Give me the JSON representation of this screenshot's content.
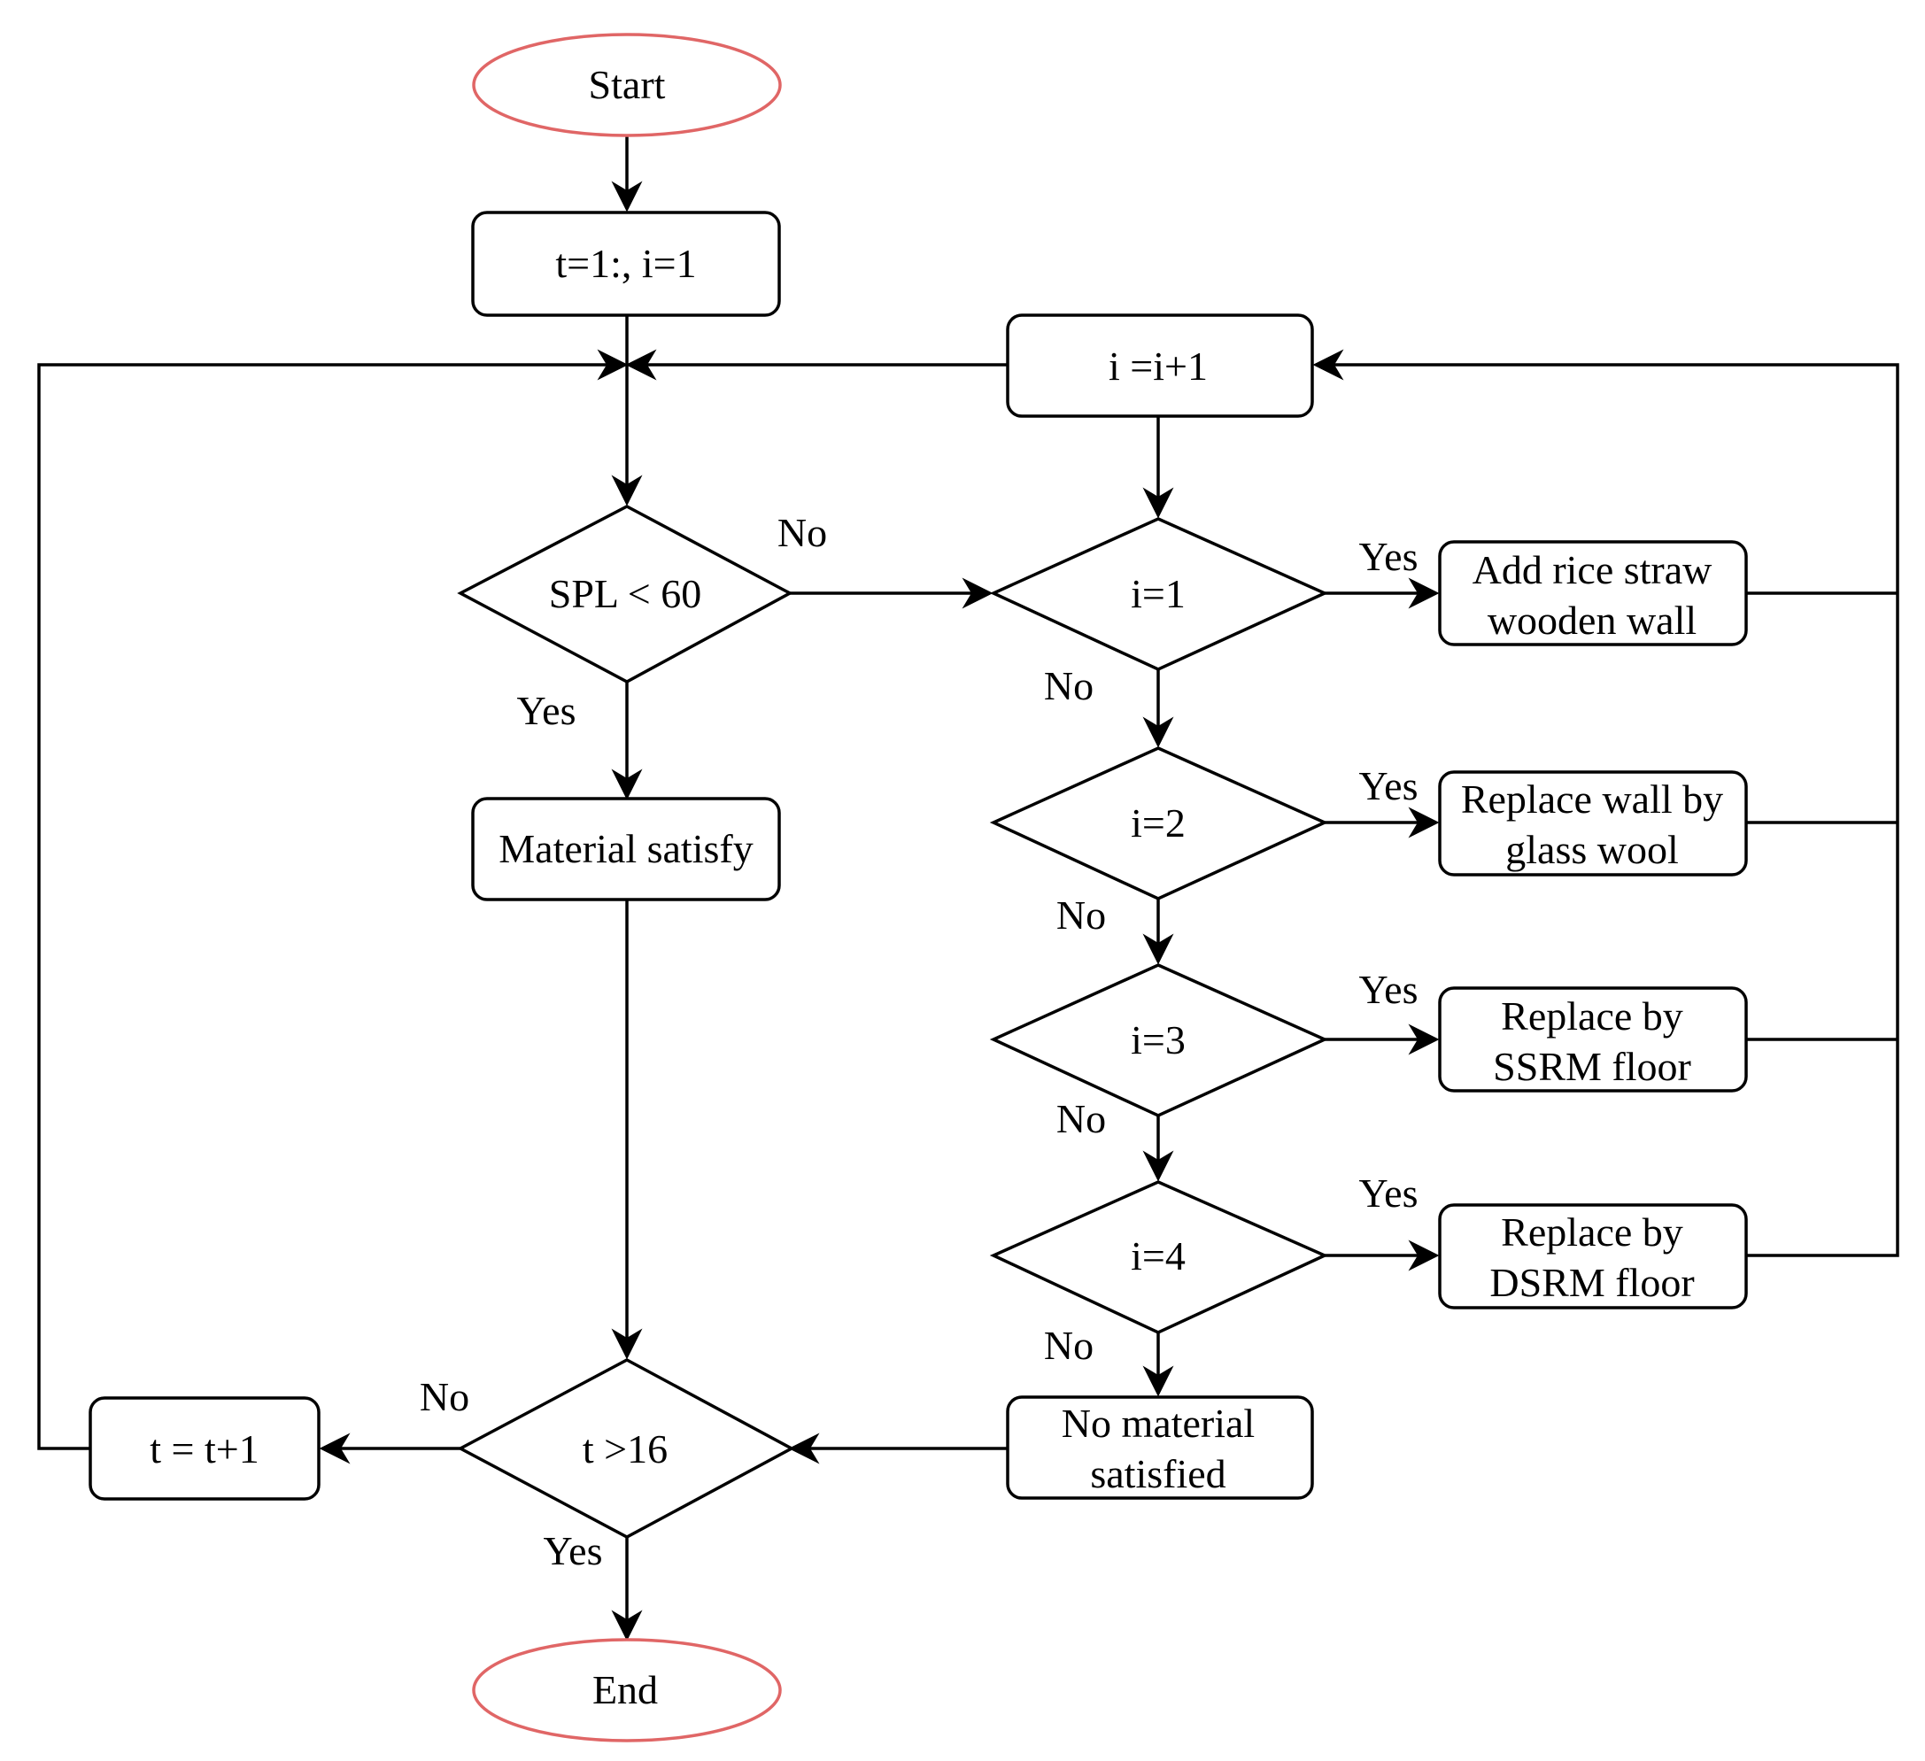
{
  "nodes": {
    "start": "Start",
    "init": "t=1:, i=1",
    "increment_i": "i =i+1",
    "spl_check": "SPL < 60",
    "cond_i1": "i=1",
    "cond_i2": "i=2",
    "cond_i3": "i=3",
    "cond_i4": "i=4",
    "action1": [
      "Add rice straw",
      "wooden wall"
    ],
    "action2": [
      "Replace wall by",
      "glass wool"
    ],
    "action3": [
      "Replace by",
      "SSRM floor"
    ],
    "action4": [
      "Replace by",
      "DSRM floor"
    ],
    "material_satisfy": "Material satisfy",
    "no_material": [
      "No material",
      "satisfied"
    ],
    "t_check": "t >16",
    "increment_t": "t = t+1",
    "end": "End"
  },
  "edge_labels": {
    "spl_no": "No",
    "spl_yes": "Yes",
    "i1_yes": "Yes",
    "i1_no": "No",
    "i2_yes": "Yes",
    "i2_no": "No",
    "i3_yes": "Yes",
    "i3_no": "No",
    "i4_yes": "Yes",
    "i4_no": "No",
    "t_no": "No",
    "t_yes": "Yes"
  },
  "colors": {
    "terminal_border": "#e06666",
    "line": "#000000"
  }
}
